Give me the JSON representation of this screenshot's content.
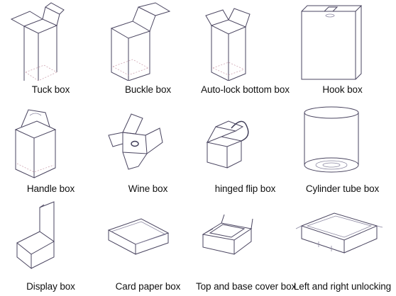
{
  "boxes": [
    {
      "label": "Tuck box",
      "icon": "tuck-box-icon"
    },
    {
      "label": "Buckle box",
      "icon": "buckle-box-icon"
    },
    {
      "label": "Auto-lock bottom box",
      "icon": "auto-lock-bottom-box-icon"
    },
    {
      "label": "Hook box",
      "icon": "hook-box-icon"
    },
    {
      "label": "Handle box",
      "icon": "handle-box-icon"
    },
    {
      "label": "Wine box",
      "icon": "wine-box-icon"
    },
    {
      "label": "hinged flip box",
      "icon": "hinged-flip-box-icon"
    },
    {
      "label": "Cylinder tube box",
      "icon": "cylinder-tube-box-icon"
    },
    {
      "label": "Display box",
      "icon": "display-box-icon"
    },
    {
      "label": "Card paper box",
      "icon": "card-paper-box-icon"
    },
    {
      "label": "Top and base cover box",
      "icon": "top-and-base-cover-box-icon"
    },
    {
      "label": "Left and right unlocking",
      "icon": "left-and-right-unlocking-icon"
    }
  ]
}
